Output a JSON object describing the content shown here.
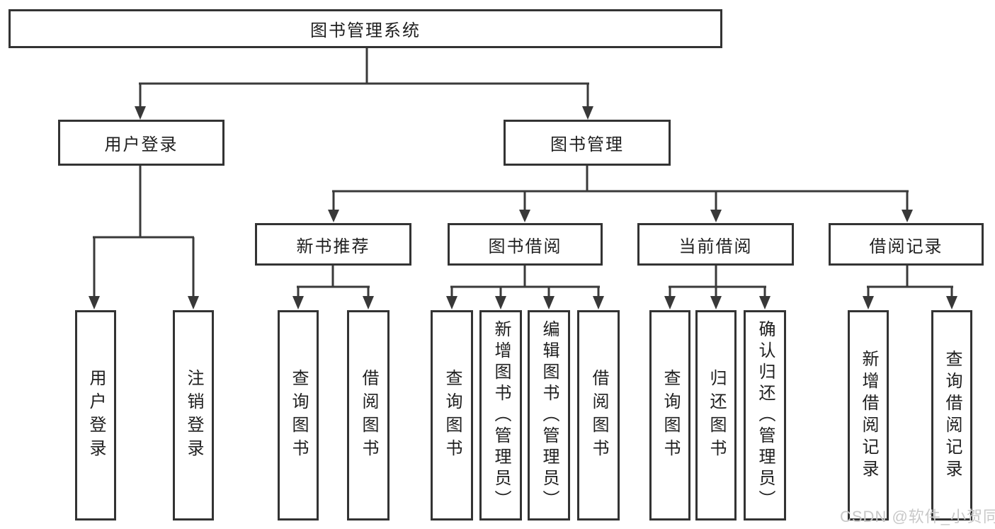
{
  "diagram": {
    "root": {
      "label": "图书管理系统"
    },
    "branches": [
      {
        "label": "用户登录",
        "children": [
          {
            "label": "用户登录"
          },
          {
            "label": "注销登录"
          }
        ]
      },
      {
        "label": "图书管理",
        "children": [
          {
            "label": "新书推荐",
            "children": [
              {
                "label": "查询图书"
              },
              {
                "label": "借阅图书"
              }
            ]
          },
          {
            "label": "图书借阅",
            "children": [
              {
                "label": "查询图书"
              },
              {
                "label": "新增图书（管理员）"
              },
              {
                "label": "编辑图书（管理员）"
              },
              {
                "label": "借阅图书"
              }
            ]
          },
          {
            "label": "当前借阅",
            "children": [
              {
                "label": "查询图书"
              },
              {
                "label": "归还图书"
              },
              {
                "label": "确认归还（管理员）"
              }
            ]
          },
          {
            "label": "借阅记录",
            "children": [
              {
                "label": "新增借阅记录"
              },
              {
                "label": "查询借阅记录"
              }
            ]
          }
        ]
      }
    ]
  },
  "watermark": {
    "text": "CSDN @软件_小贺同学",
    "color": "#c8c8c8"
  },
  "colors": {
    "background": "#ffffff",
    "box_border": "#333333",
    "connector_line": "#3a3a3a",
    "text": "#1f1f1f"
  }
}
